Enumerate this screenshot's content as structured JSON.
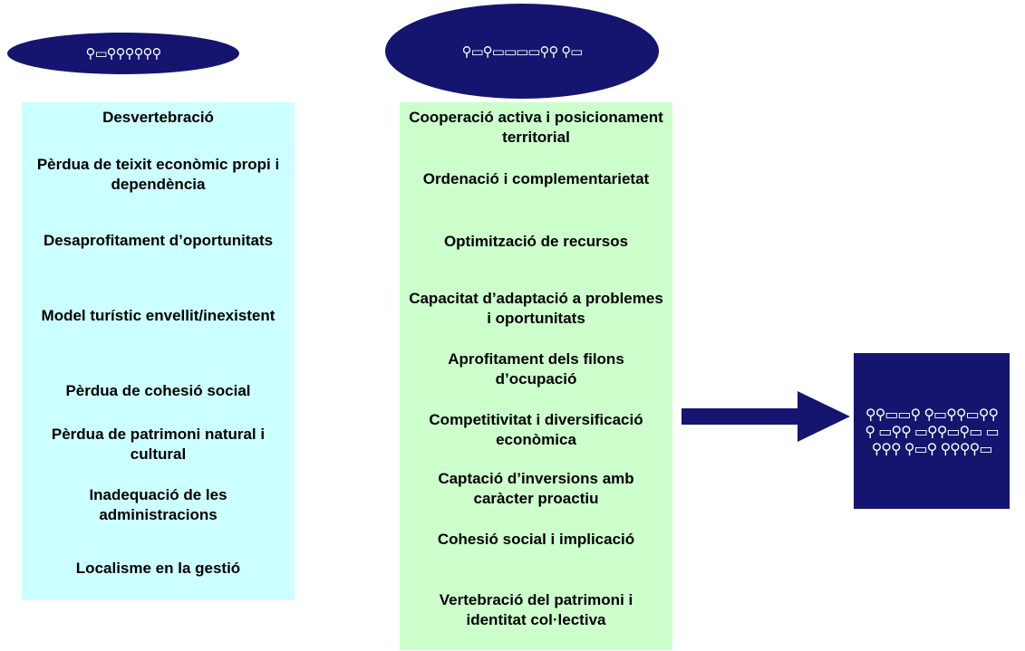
{
  "left_header": {
    "text": "⚲▭⚲⚲⚲⚲⚲⚲"
  },
  "right_header": {
    "text": "⚲▭⚲▭▭▭▭⚲⚲ ⚲▭"
  },
  "left_panel": {
    "items": [
      "Desvertebració",
      "Pèrdua de teixit econòmic propi i dependència",
      "Desaprofitament d’oportunitats",
      "Model turístic envellit/inexistent",
      "Pèrdua de cohesió social",
      "Pèrdua de patrimoni natural i cultural",
      "Inadequació de les administracions",
      "Localisme en la gestió"
    ]
  },
  "right_panel": {
    "items": [
      "Cooperació activa i posicionament territorial",
      "Ordenació i complementarietat",
      "Optimització de recursos",
      "Capacitat d’adaptació a problemes i oportunitats",
      "Aprofitament dels filons d’ocupació",
      "Competitivitat i diversificació econòmica",
      "Captació d’inversions amb caràcter proactiu",
      "Cohesió social i implicació",
      "Vertebració del patrimoni i identitat col·lectiva"
    ]
  },
  "result_box": {
    "text": "⚲⚲▭▭⚲ ⚲▭⚲⚲▭⚲⚲⚲ ▭⚲⚲ ▭⚲⚲▭⚲▭ ▭⚲⚲⚲ ⚲▭⚲ ⚲⚲⚲⚲▭"
  },
  "colors": {
    "navy": "#151570",
    "left_panel_bg": "#ccffff",
    "right_panel_bg": "#ccffcc"
  }
}
